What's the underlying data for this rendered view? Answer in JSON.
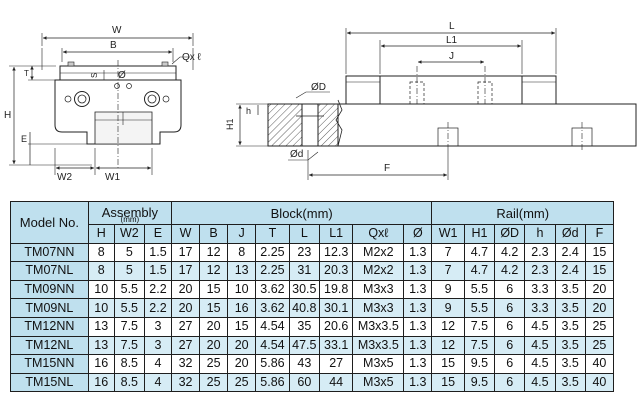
{
  "drawing_labels": {
    "w": "W",
    "b": "B",
    "qxl": "Qx ℓ",
    "s": "S",
    "phi": "Ø",
    "t": "T",
    "h": "H",
    "e": "E",
    "w2": "W2",
    "w1": "W1",
    "phi_d_big": "ØD",
    "h_small": "h",
    "h1": "H1",
    "phi_d_small": "Ød",
    "l": "L",
    "l1": "L1",
    "j": "J",
    "f": "F"
  },
  "table": {
    "model_header": "Model No.",
    "group_assembly": "Assembly",
    "group_assembly_unit": "(mm)",
    "group_block": "Block(mm)",
    "group_rail": "Rail(mm)",
    "columns": [
      "H",
      "W2",
      "E",
      "W",
      "B",
      "J",
      "T",
      "L",
      "L1",
      "Qxℓ",
      "Ø",
      "W1",
      "H1",
      "ØD",
      "h",
      "Ød",
      "F"
    ],
    "rows": [
      [
        "TM07NN",
        "8",
        "5",
        "1.5",
        "17",
        "12",
        "8",
        "2.25",
        "23",
        "12.3",
        "M2x2",
        "1.3",
        "7",
        "4.7",
        "4.2",
        "2.3",
        "2.4",
        "15"
      ],
      [
        "TM07NL",
        "8",
        "5",
        "1.5",
        "17",
        "12",
        "13",
        "2.25",
        "31",
        "20.3",
        "M2x2",
        "1.3",
        "7",
        "4.7",
        "4.2",
        "2.3",
        "2.4",
        "15"
      ],
      [
        "TM09NN",
        "10",
        "5.5",
        "2.2",
        "20",
        "15",
        "10",
        "3.62",
        "30.5",
        "19.8",
        "M3x3",
        "1.3",
        "9",
        "5.5",
        "6",
        "3.3",
        "3.5",
        "20"
      ],
      [
        "TM09NL",
        "10",
        "5.5",
        "2.2",
        "20",
        "15",
        "16",
        "3.62",
        "40.8",
        "30.1",
        "M3x3",
        "1.3",
        "9",
        "5.5",
        "6",
        "3.3",
        "3.5",
        "20"
      ],
      [
        "TM12NN",
        "13",
        "7.5",
        "3",
        "27",
        "20",
        "15",
        "4.54",
        "35",
        "20.6",
        "M3x3.5",
        "1.3",
        "12",
        "7.5",
        "6",
        "4.5",
        "3.5",
        "25"
      ],
      [
        "TM12NL",
        "13",
        "7.5",
        "3",
        "27",
        "20",
        "20",
        "4.54",
        "47.5",
        "33.1",
        "M3x3.5",
        "1.3",
        "12",
        "7.5",
        "6",
        "4.5",
        "3.5",
        "25"
      ],
      [
        "TM15NN",
        "16",
        "8.5",
        "4",
        "32",
        "25",
        "20",
        "5.86",
        "43",
        "27",
        "M3x5",
        "1.3",
        "15",
        "9.5",
        "6",
        "4.5",
        "3.5",
        "40"
      ],
      [
        "TM15NL",
        "16",
        "8.5",
        "4",
        "32",
        "25",
        "25",
        "5.86",
        "60",
        "44",
        "M3x5",
        "1.3",
        "15",
        "9.5",
        "6",
        "4.5",
        "3.5",
        "40"
      ]
    ]
  }
}
